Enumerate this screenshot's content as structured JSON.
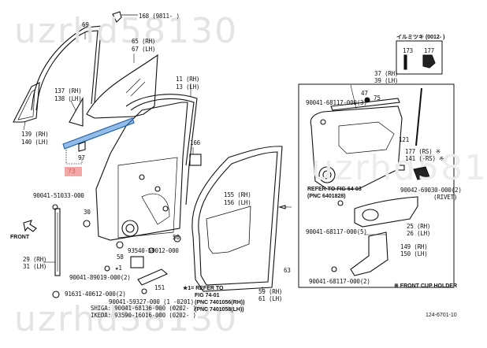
{
  "watermarks": [
    "uzrhd58130",
    "uzrhd58130",
    "uzrhd58130"
  ],
  "callouts": {
    "p168": "168 (9811-   )",
    "p69": "69",
    "p65": "65 (RH)",
    "p67": "67 (LH)",
    "p11": "11 (RH)",
    "p13": "13 (LH)",
    "p137": "137 (RH)",
    "p138": "138 (LH)",
    "p139": "139 (RH)",
    "p140": "140 (LH)",
    "p97": "97",
    "p73": "73",
    "p166": "166",
    "p30": "30",
    "p58": "58",
    "p56": "56",
    "p151": "151",
    "star1": "★1",
    "p155": "155 (RH)",
    "p156": "156 (LH)",
    "p63": "63",
    "p59": "59 (RH)",
    "p61": "61 (LH)",
    "p29": "29 (RH)",
    "p31": "31 (LH)",
    "p37": "37 (RH)",
    "p39": "39 (LH)",
    "p47": "47",
    "p75": "75",
    "p121": "121",
    "p177rs": "177 (RS) ※",
    "p141": "141 (-RS) ※",
    "p25": "25 (RH)",
    "p26": "26 (LH)",
    "p149": "149 (RH)",
    "p150": "150 (LH)",
    "p173": "173",
    "p177": "177"
  },
  "part_numbers": {
    "pn_51033": "90041-51033-000",
    "pn_89019": "90041-89019-000(2)",
    "pn_40612": "91631-40612-000(2)",
    "pn_59012": "93540-59012-000",
    "pn_59327": "90041-59327-000 (1  -0201)",
    "pn_shiga": "SHIGA: 90041-68136-000 (0202-   )",
    "pn_ikeda": "IKEDA: 93590-16016-000 (0202-   )",
    "pn_68117_a": "90041-68117-000(3)",
    "pn_68117_b": "90041-68117-000(5)",
    "pn_68117_c": "90041-68117-000(2)",
    "pn_69030": "90042-69030-000(2)",
    "rivet": "(RIVET)"
  },
  "notes": {
    "refer1_line1": "★1= REFER TO",
    "refer1_line2": "FIG  74-01",
    "refer1_line3": "(PNC 7401056(RH))",
    "refer1_line4": "(PNC 7401058(LH))",
    "refer2_line1": "REFER TO FIG  64-03",
    "refer2_line2": "(PNC 6401828)",
    "inset_title": "イルミツキ (0012-   )",
    "cup_holder": "※ FRONT CUP HOLDER",
    "front": "FRONT",
    "figure_id": "124-6701-10"
  },
  "highlight_colors": {
    "selected_part": "#3a87d6",
    "selected_label": "#f29a9a"
  }
}
